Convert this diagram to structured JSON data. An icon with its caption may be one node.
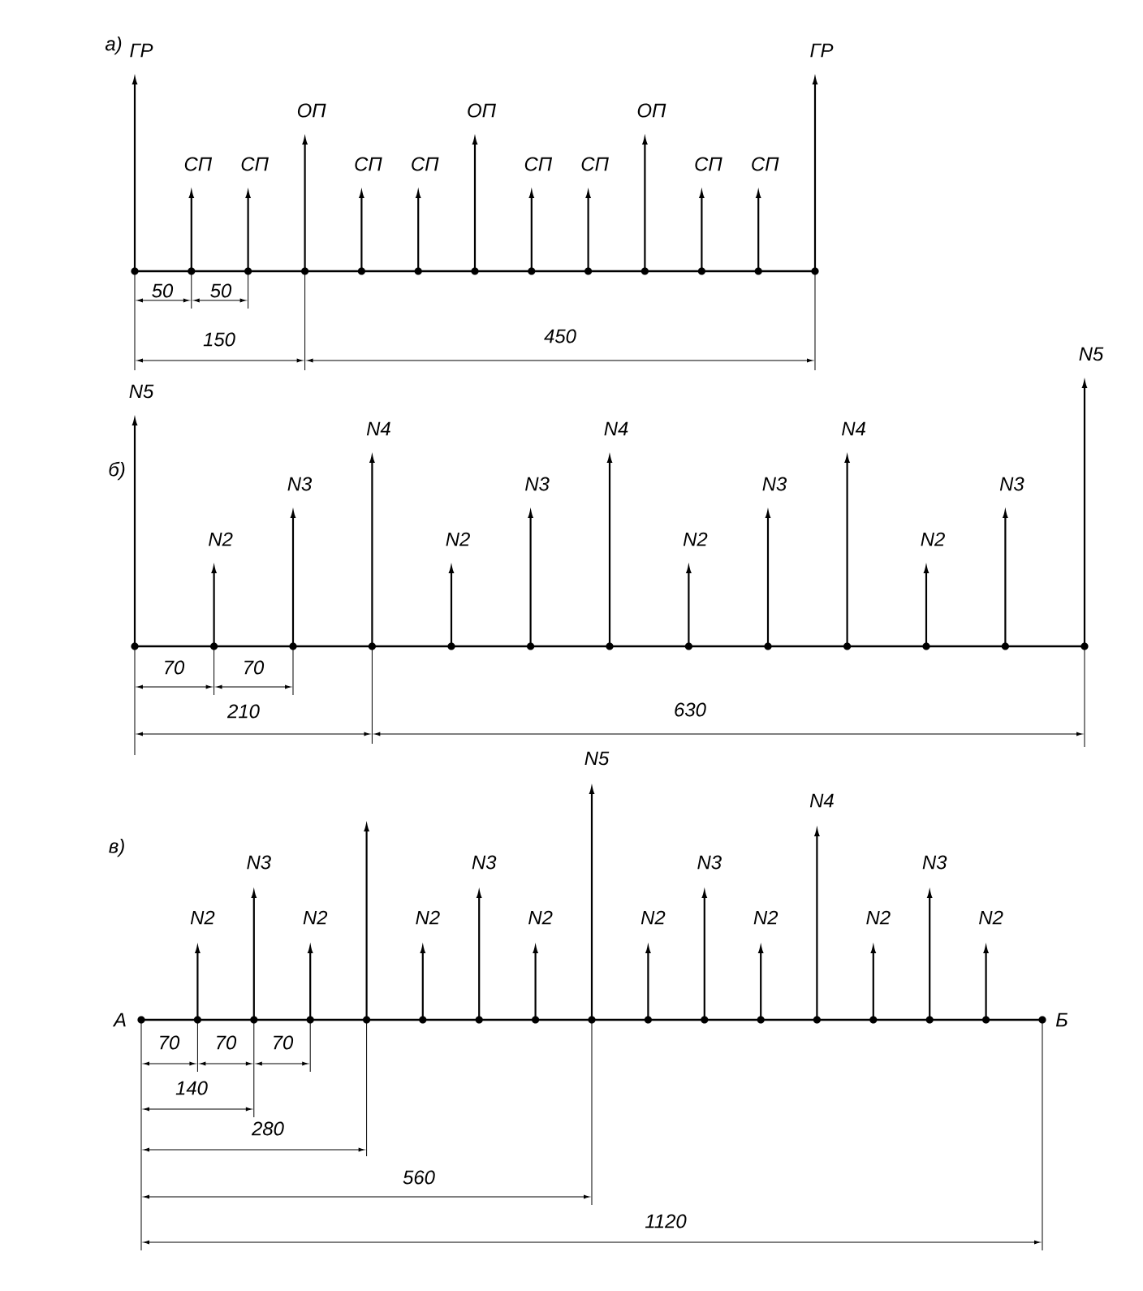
{
  "diagram": {
    "labels": [
      "а)",
      "ГР",
      "СП",
      "СП",
      "ОП",
      "СП",
      "СП",
      "ОП",
      "СП",
      "СП",
      "ОП",
      "СП",
      "СП",
      "ГР",
      "50",
      "50",
      "150",
      "450",
      "б)",
      "N5",
      "N2",
      "N3",
      "N4",
      "N2",
      "N3",
      "N4",
      "N2",
      "N3",
      "N4",
      "N2",
      "N3",
      "N5",
      "70",
      "70",
      "210",
      "630",
      "в)",
      "А",
      "N2",
      "N3",
      "N2",
      "N2",
      "N3",
      "N2",
      "N5",
      "N2",
      "N3",
      "N2",
      "N4",
      "N2",
      "N3",
      "N2",
      "Б",
      "70",
      "70",
      "70",
      "140",
      "280",
      "560",
      "1120"
    ]
  }
}
